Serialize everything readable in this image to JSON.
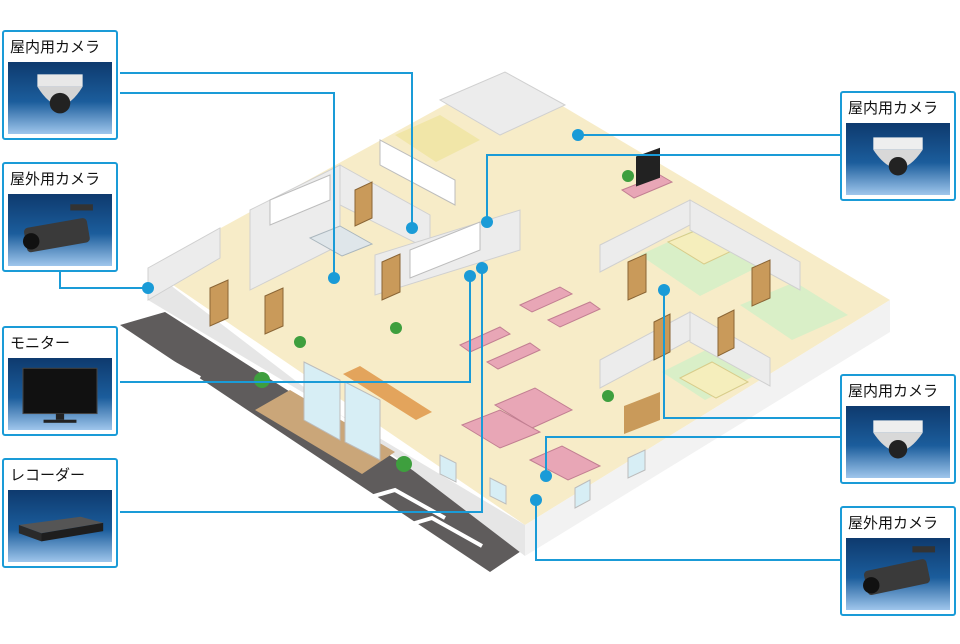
{
  "labels": {
    "indoor_camera": "屋内用カメラ",
    "outdoor_camera": "屋外用カメラ",
    "monitor": "モニター",
    "recorder": "レコーダー"
  },
  "colors": {
    "line": "#1a9bd7",
    "floor": "#f7ecc8",
    "wall": "#ececec",
    "room_green": "#d9efc7",
    "parking": "#5f5c5c",
    "lawn": "#d8f0c8",
    "sofa": "#e8a6b6",
    "card_bg": "#1b5d9c"
  },
  "icons": {
    "indoor_camera": "dome-camera-icon",
    "outdoor_camera": "bullet-camera-icon",
    "monitor": "monitor-icon",
    "recorder": "recorder-icon"
  }
}
